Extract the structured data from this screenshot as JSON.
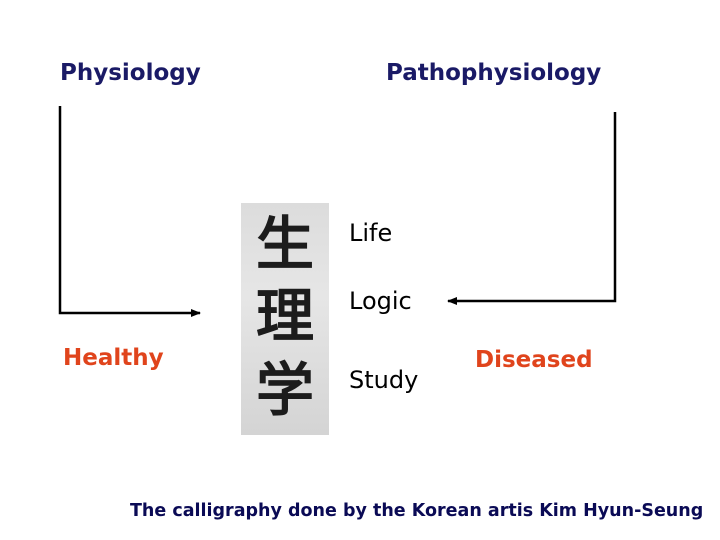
{
  "headings": {
    "left": "Physiology",
    "right": "Pathophysiology"
  },
  "states": {
    "left": "Healthy",
    "right": "Diseased"
  },
  "calligraphy": {
    "characters": [
      "生",
      "理",
      "学"
    ]
  },
  "meanings": [
    "Life",
    "Logic",
    "Study"
  ],
  "caption": "The calligraphy done by the Korean artis Kim Hyun-Seung",
  "colors": {
    "heading": "#1a1a66",
    "state": "#e0441c",
    "arrow": "#000000"
  }
}
